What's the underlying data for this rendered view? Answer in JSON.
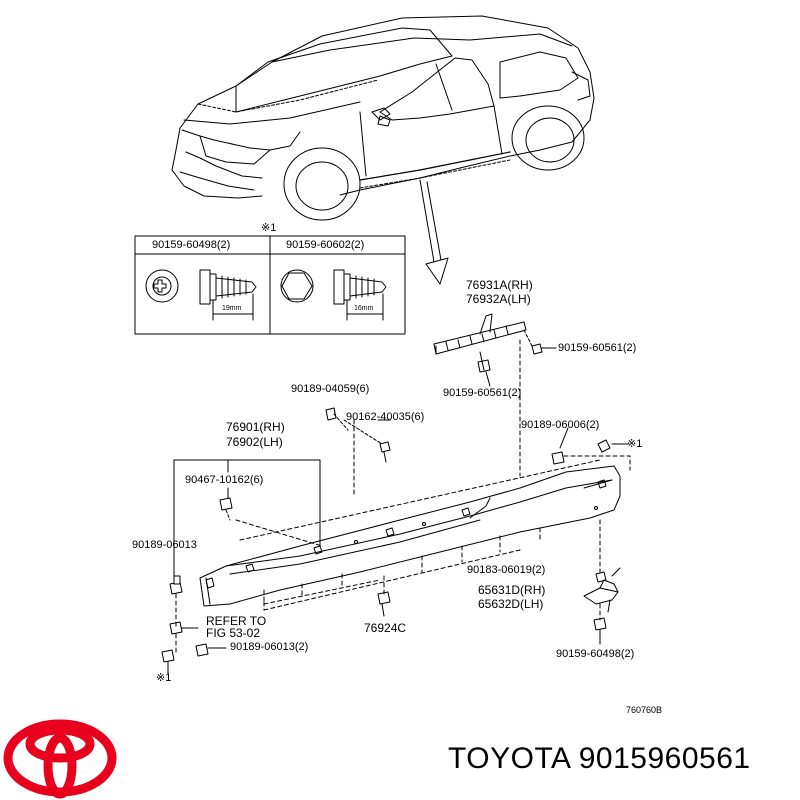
{
  "fastener_table": {
    "note": "※1",
    "col1_part": "90159-60498(2)",
    "col2_part": "90159-60602(2)",
    "col1_length": "19mm",
    "col2_length": "16mm"
  },
  "labels": {
    "p76931A": "76931A(RH)",
    "p76932A": "76932A(LH)",
    "p90159_60561_right": "90159-60561(2)",
    "p90159_60561_lower": "90159-60561(2)",
    "p90189_04059": "90189-04059(6)",
    "p90162_40035": "90162-40035(6)",
    "p76901": "76901(RH)",
    "p76902": "76902(LH)",
    "p90189_06006": "90189-06006(2)",
    "mark_right": "※1",
    "p90467_10162": "90467-10162(6)",
    "p90189_06013": "90189-06013",
    "p90183_06019": "90183-06019(2)",
    "p65631D": "65631D(RH)",
    "p65632D": "65632D(LH)",
    "refer_line1": "REFER TO",
    "refer_line2": "FIG 53-02",
    "p76924C": "76924C",
    "p90189_06013_2": "90189-06013(2)",
    "p90159_60498": "90159-60498(2)",
    "mark_bottom": "※1",
    "illustration_code": "760760B"
  },
  "brand": {
    "text": "TOYOTA 9015960561",
    "logo_color": "#e8001c"
  }
}
